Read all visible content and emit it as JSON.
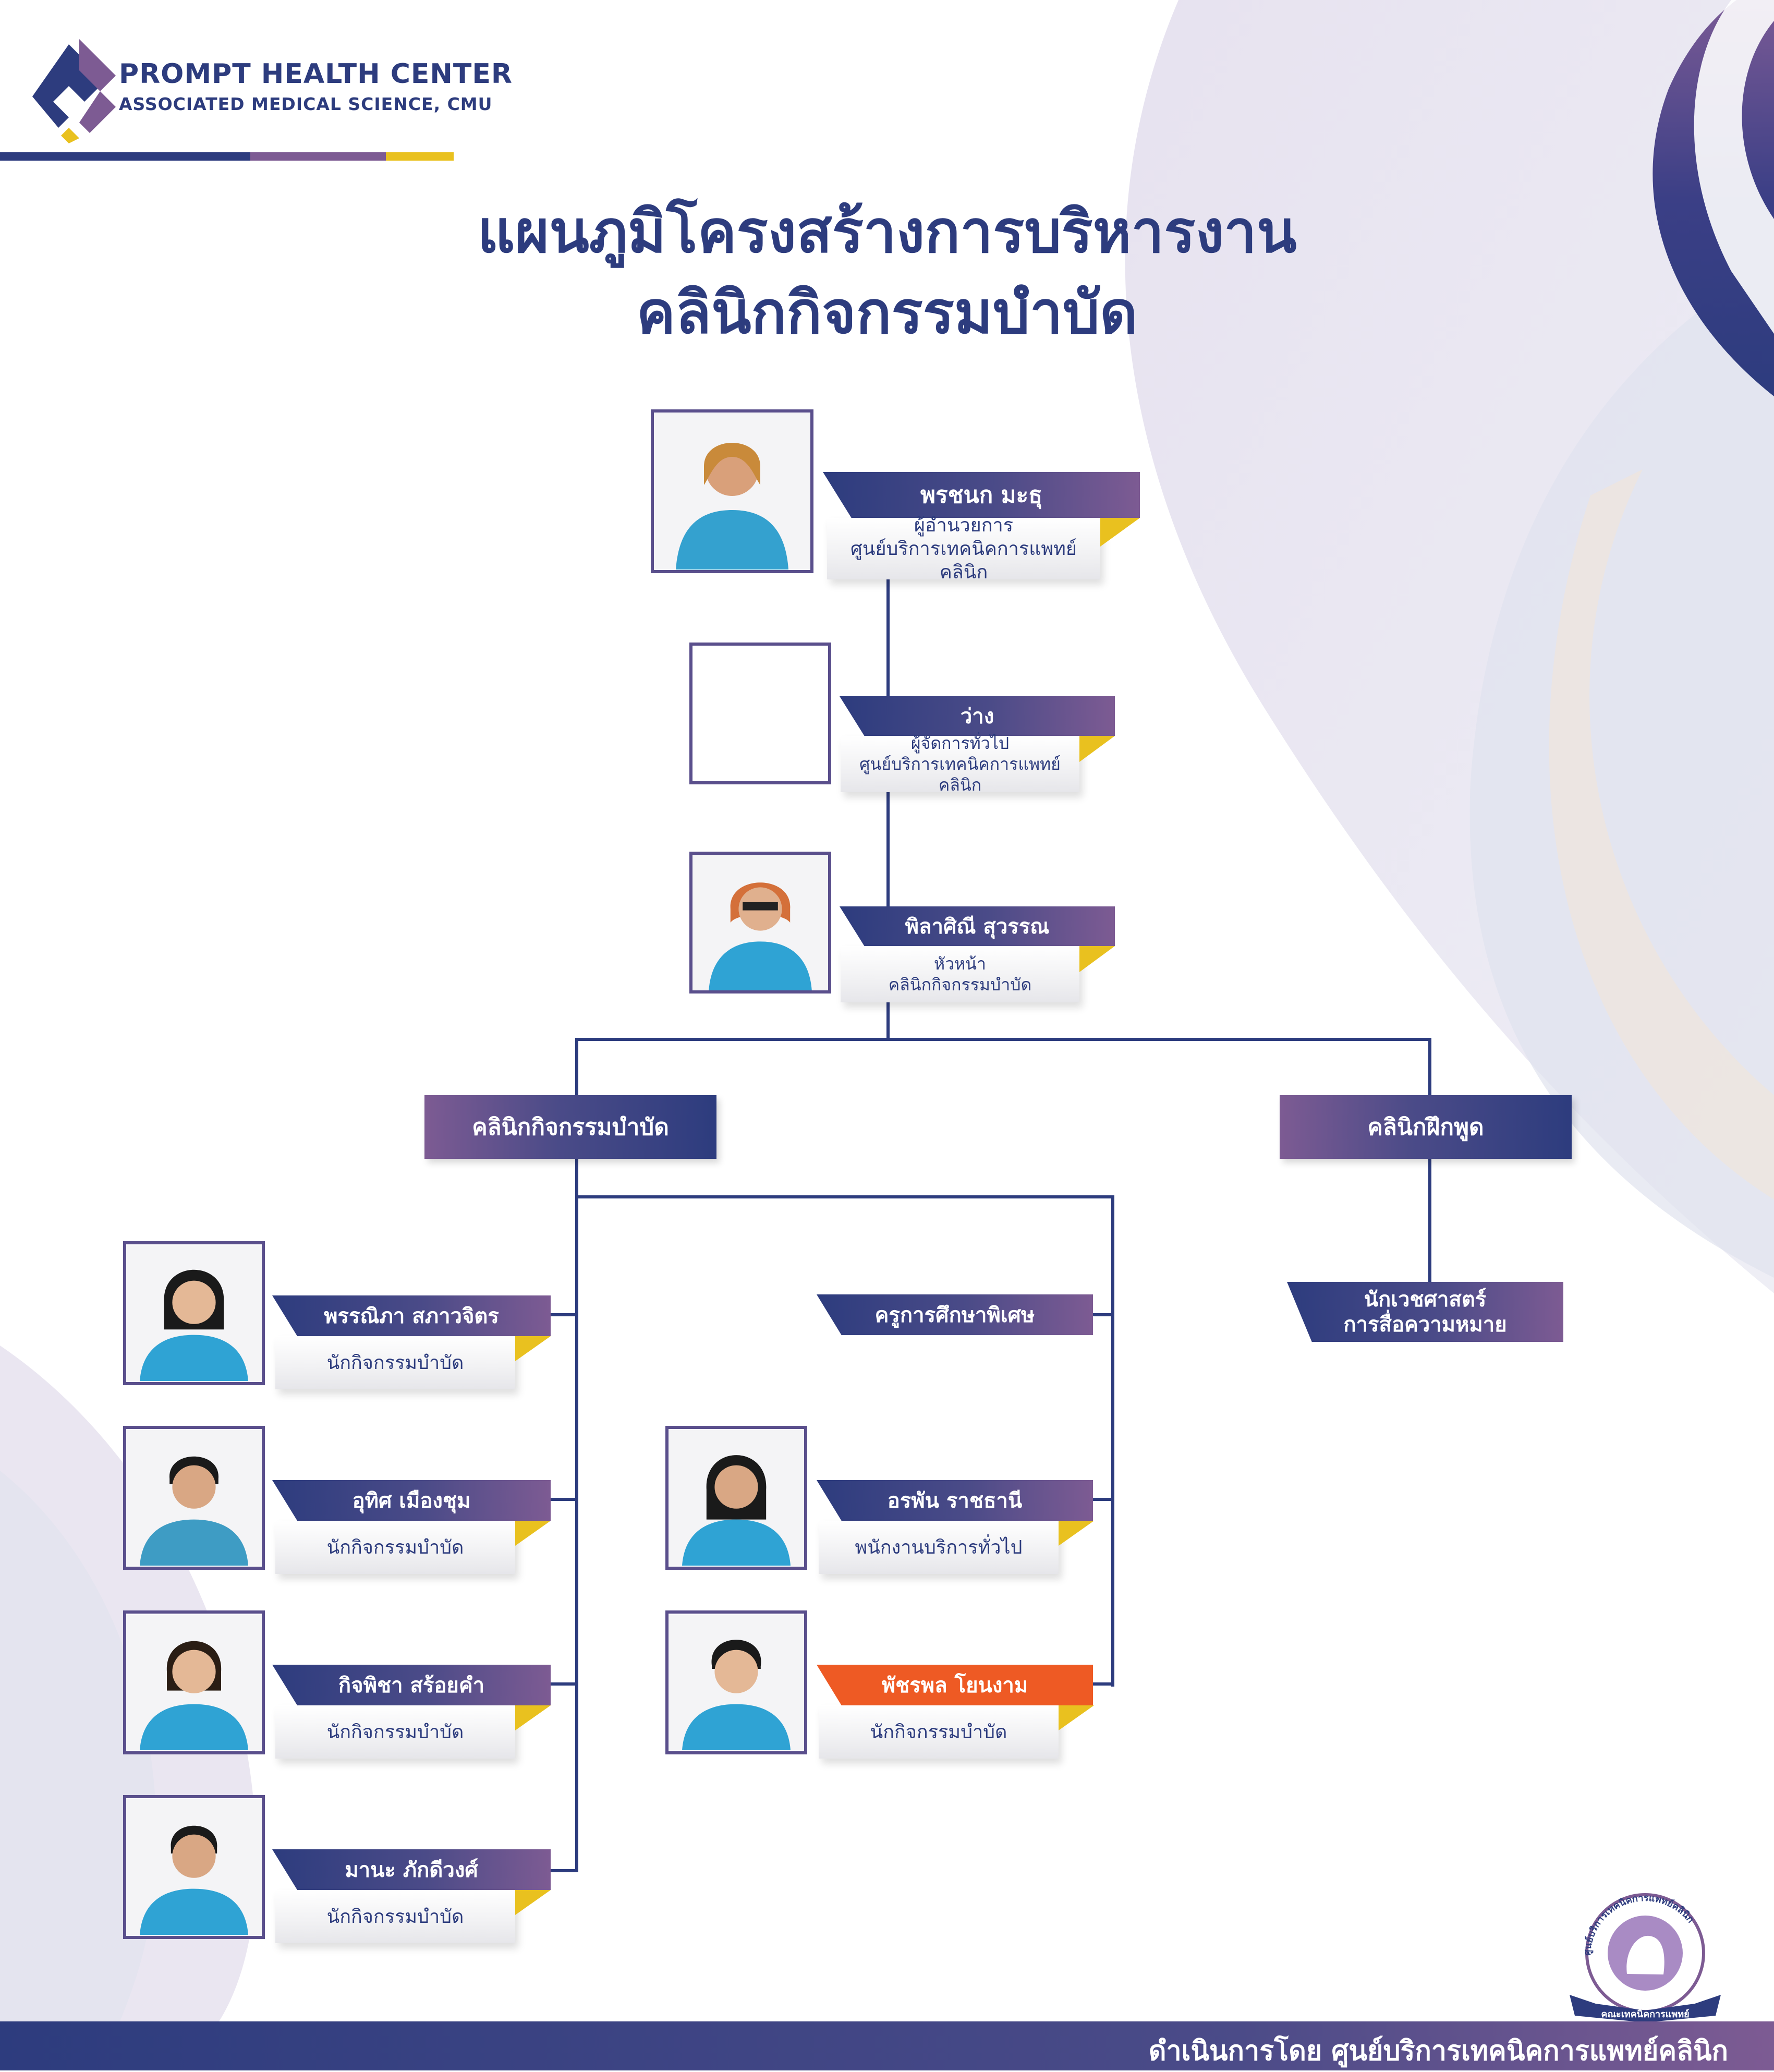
{
  "header": {
    "logo_line1": "PROMPT HEALTH CENTER",
    "logo_line2": "ASSOCIATED MEDICAL SCIENCE, CMU",
    "title_line1": "แผนภูมิโครงสร้างการบริหารงาน",
    "title_line2": "คลินิกกิจกรรมบำบัด"
  },
  "colors": {
    "navy": "#2d3c7e",
    "purple": "#7d5b93",
    "yellow": "#e9c11f",
    "orange": "#ee5a24"
  },
  "director": {
    "name": "พรชนก มะธุ",
    "role_line1": "ผู้อำนวยการ",
    "role_line2": "ศูนย์บริการเทคนิคการแพทย์คลินิก"
  },
  "manager": {
    "name": "ว่าง",
    "role_line1": "ผู้จัดการทั่วไป",
    "role_line2": "ศูนย์บริการเทคนิคการแพทย์คลินิก"
  },
  "head": {
    "name": "พิลาศิณี สุวรรณ",
    "role_line1": "หัวหน้า",
    "role_line2": "คลินิกกิจกรรมบำบัด"
  },
  "departments": {
    "ot_clinic": "คลินิกกิจกรรมบำบัด",
    "speech_clinic": "คลินิกฝึกพูด"
  },
  "ot_staff": [
    {
      "name": "พรรณิภา สภาวจิตร",
      "role": "นักกิจกรรมบำบัด"
    },
    {
      "name": "อุทิศ เมืองชุม",
      "role": "นักกิจกรรมบำบัด"
    },
    {
      "name": "กิจพิชา สร้อยคำ",
      "role": "นักกิจกรรมบำบัด"
    },
    {
      "name": "มานะ ภักดีวงศ์",
      "role": "นักกิจกรรมบำบัด"
    }
  ],
  "special_ed": {
    "label": "ครูการศึกษาพิเศษ"
  },
  "ot_staff_right": [
    {
      "name": "อรพัน ราชธานี",
      "role": "พนักงานบริการทั่วไป"
    },
    {
      "name": "พัชรพล โยนงาม",
      "role": "นักกิจกรรมบำบัด"
    }
  ],
  "speech_staff": {
    "line1": "นักเวชศาสตร์",
    "line2": "การสื่อความหมาย"
  },
  "footer": {
    "text": "ดำเนินการโดย ศูนย์บริการเทคนิคการแพทย์คลินิก"
  },
  "seal": {
    "arc_top": "ศูนย์บริการเทคนิคการแพทย์คลินิก",
    "ribbon": "คณะเทคนิคการแพทย์"
  }
}
